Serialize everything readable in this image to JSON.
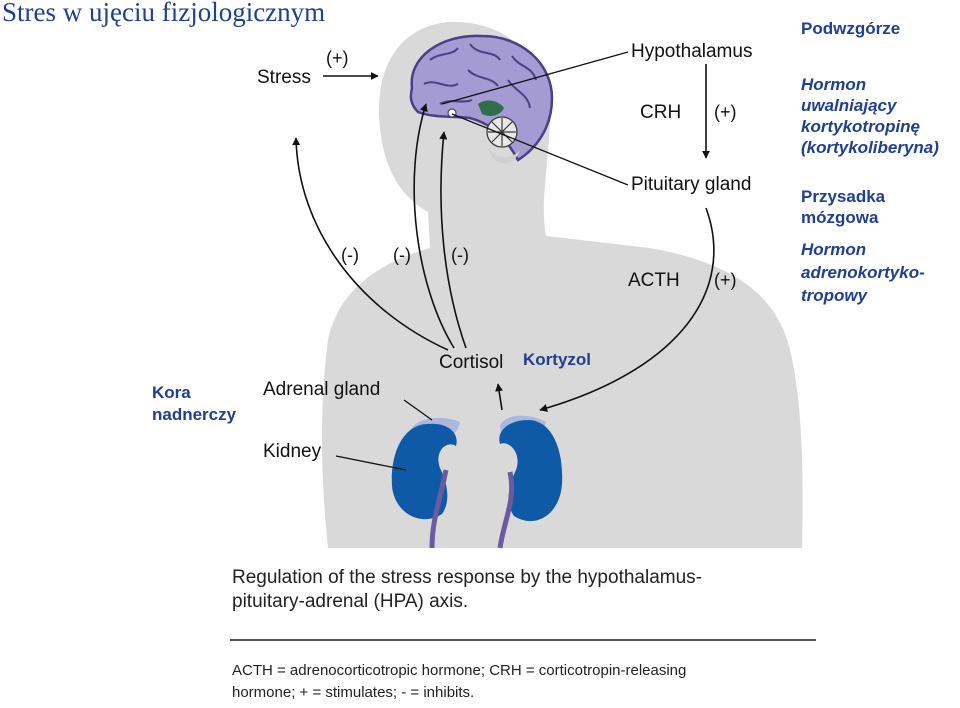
{
  "slide_title": "Stres w ujęciu fizjologicznym",
  "figure": {
    "stress": "Stress",
    "stress_sign": "(+)",
    "hypothalamus": "Hypothalamus",
    "crh": "CRH",
    "crh_sign": "(+)",
    "pituitary": "Pituitary gland",
    "acth": "ACTH",
    "acth_sign": "(+)",
    "inhibit_signs": [
      "(-)",
      "(-)",
      "(-)"
    ],
    "cortisol": "Cortisol",
    "adrenal": "Adrenal gland",
    "kidney": "Kidney"
  },
  "polish_labels": {
    "podwzgorze": "Podwzgórze",
    "crh_line1": "Hormon",
    "crh_line2": "uwalniający",
    "crh_line3": "kortykotropinę",
    "crh_line4": "(kortykoliberyna)",
    "przysadka_line1": "Przysadka",
    "przysadka_line2": "mózgowa",
    "acth_line1": "Hormon",
    "acth_line2": "adrenokortyko-",
    "acth_line3": "tropowy",
    "kortyzol": "Kortyzol",
    "kora_line1": "Kora",
    "kora_line2": "nadnerczy"
  },
  "caption": {
    "title_line1": "Regulation of the stress response by the hypothalamus-",
    "title_line2": "pituitary-adrenal (HPA) axis.",
    "legend_line1": "ACTH = adrenocorticotropic hormone; CRH = corticotropin-releasing",
    "legend_line2": "hormone; + = stimulates; - = inhibits."
  },
  "colors": {
    "body": "#d9d9d9",
    "brain": "#a49bd2",
    "brain_outline": "#4b3f86",
    "kidney": "#0f5aa6",
    "adrenal": "#a9b8dc",
    "ureter": "#6a5aa0",
    "polish_text": "#1f3f8f"
  }
}
